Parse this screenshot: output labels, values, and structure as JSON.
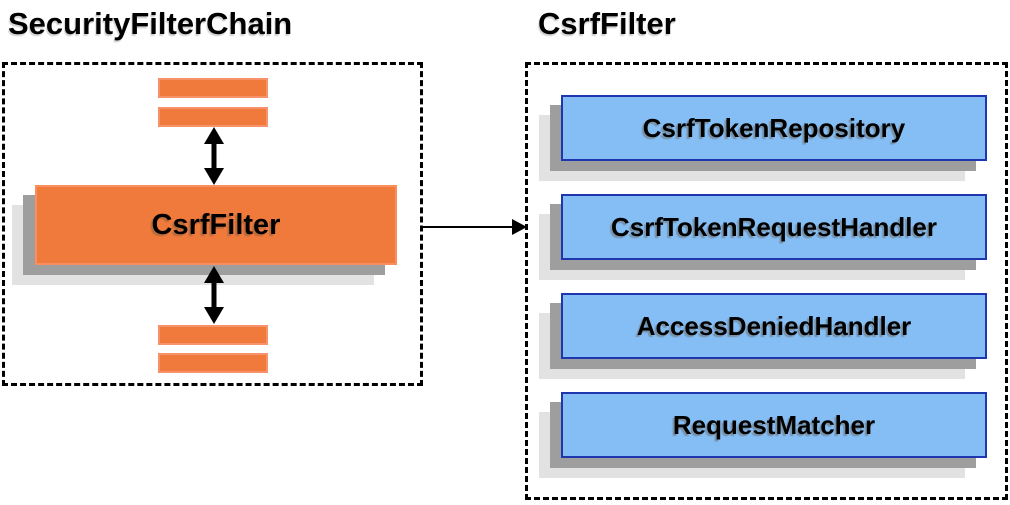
{
  "titles": {
    "left": "SecurityFilterChain",
    "right": "CsrfFilter"
  },
  "left_panel": {
    "name": "SecurityFilterChain",
    "filter_box_label": "CsrfFilter",
    "other_filters": "unnamed filter placeholder bars (2 above, 2 below)"
  },
  "right_panel": {
    "name": "CsrfFilter",
    "boxes": [
      {
        "label": "CsrfTokenRepository"
      },
      {
        "label": "CsrfTokenRequestHandler"
      },
      {
        "label": "AccessDeniedHandler"
      },
      {
        "label": "RequestMatcher"
      }
    ]
  },
  "connections": {
    "vertical": "double-headed arrows between filter bars and CsrfFilter box",
    "horizontal": "arrow from CsrfFilter box to CsrfFilter detail container"
  },
  "colors": {
    "orange_fill": "#F0793C",
    "orange_border": "#F8926A",
    "blue_fill": "#85BEF4",
    "blue_border": "#1E36AE",
    "shadow_dark": "#9E9E9E",
    "shadow_light": "#E2E2E2",
    "line": "#000000",
    "background": "#FFFFFF"
  }
}
